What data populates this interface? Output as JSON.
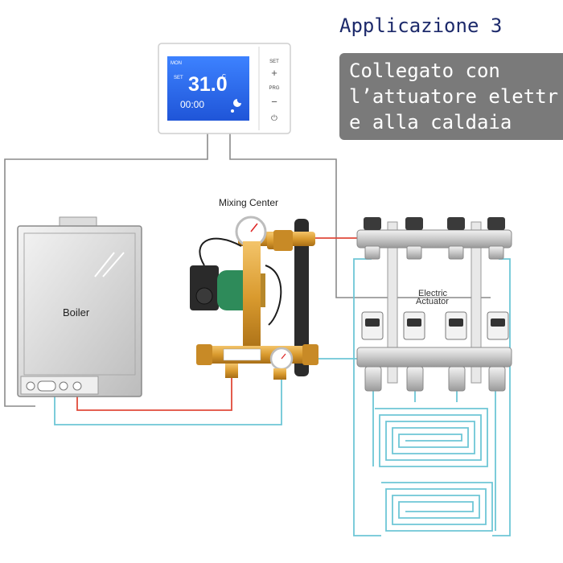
{
  "header": {
    "title": "Applicazione 3",
    "caption_lines": [
      "Collegato con",
      "l’attuatore elettr",
      "e alla caldaia"
    ]
  },
  "thermostat": {
    "mode_label": "MON",
    "set_label": "SET",
    "temperature": "31.0",
    "unit": "C",
    "time": "00:00",
    "btn_set": "SET",
    "btn_plus": "+",
    "btn_prg": "PRG",
    "btn_minus": "−",
    "btn_power": "⏻"
  },
  "labels": {
    "boiler": "Boiler",
    "mixing_center": "Mixing Center",
    "actuator_line1": "Electric",
    "actuator_line2": "Actuator"
  },
  "colors": {
    "lcd": "#2f6ff0",
    "hot_pipe": "#e04a3a",
    "cold_pipe": "#6ec6d6",
    "wire": "#8a8a8a",
    "pump": "#2e8b5a",
    "caption_bg": "#7a7a7a",
    "title": "#1d2a6b"
  }
}
